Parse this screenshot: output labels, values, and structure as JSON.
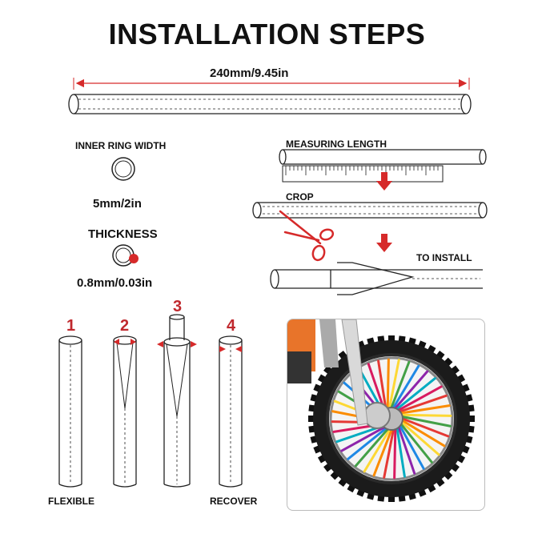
{
  "title": "INSTALLATION STEPS",
  "length_label": "240mm/9.45in",
  "inner_ring": {
    "label": "INNER RING WIDTH",
    "value": "5mm/2in"
  },
  "thickness": {
    "label": "THICKNESS",
    "value": "0.8mm/0.03in"
  },
  "process": {
    "measuring": "MEASURING LENGTH",
    "crop": "CROP",
    "install": "TO INSTALL"
  },
  "steps": {
    "numbers": [
      "1",
      "2",
      "3",
      "4"
    ],
    "flexible": "FLEXIBLE",
    "recover": "RECOVER"
  },
  "colors": {
    "accent": "#d62a2a",
    "line": "#222222",
    "text": "#111111"
  },
  "icons": [
    "scissors-icon",
    "arrow-down-icon",
    "ruler-icon",
    "wheel-photo"
  ]
}
